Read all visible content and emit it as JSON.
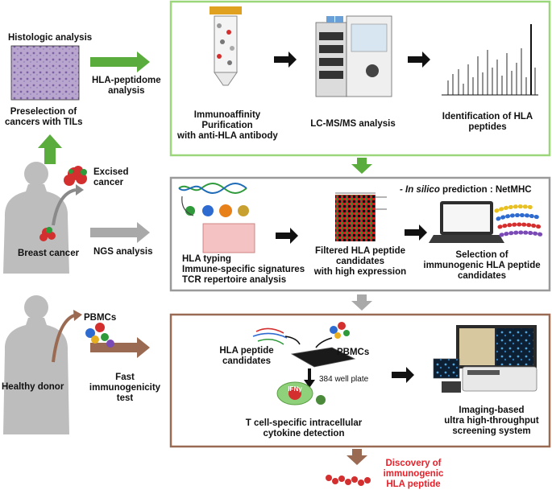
{
  "colors": {
    "green_border": "#9bd77a",
    "gray_border": "#9a9a9a",
    "brown_border": "#9a6a52",
    "green_arrow": "#5aad3c",
    "gray_arrow": "#a9a9a9",
    "brown_arrow": "#9a6a52",
    "highlight_red": "#e8202a"
  },
  "left": {
    "histologic": "Histologic analysis",
    "preselection": [
      "Preselection of",
      "cancers with TILs"
    ],
    "excised": [
      "Excised",
      "cancer"
    ],
    "breast_cancer": "Breast cancer",
    "healthy_donor": "Healthy donor",
    "pbmcs": "PBMCs"
  },
  "arrows": {
    "hla_peptidome": [
      "HLA-peptidome",
      "analysis"
    ],
    "ngs": "NGS analysis",
    "fast_test": [
      "Fast",
      "immunogenicity",
      "test"
    ]
  },
  "panel1": {
    "immunoaffinity": [
      "Immunoaffinity",
      "Purification",
      "with anti-HLA antibody"
    ],
    "lcms": "LC-MS/MS analysis",
    "identification": [
      "Identification of HLA",
      "peptides"
    ]
  },
  "panel2": {
    "hla_typing": [
      "HLA typing",
      "Immune-specific signatures",
      "TCR repertoire analysis"
    ],
    "filtered": [
      "Filtered HLA peptide",
      "candidates",
      "with high expression"
    ],
    "in_silico_prefix": "- In silico",
    "in_silico_suffix": " prediction : NetMHC",
    "selection": [
      "Selection of",
      "immunogenic HLA peptide",
      "candidates"
    ]
  },
  "panel3": {
    "hla_candidates": [
      "HLA peptide",
      "candidates"
    ],
    "pbmcs": "PBMCs",
    "plate": "384 well plate",
    "tcell": [
      "T cell-specific intracellular",
      "cytokine detection"
    ],
    "ifn": "IFNγ",
    "imaging": [
      "Imaging-based",
      "ultra high-throughput",
      "screening system"
    ]
  },
  "discovery": [
    "Discovery of",
    "immunogenic",
    "HLA peptide"
  ]
}
